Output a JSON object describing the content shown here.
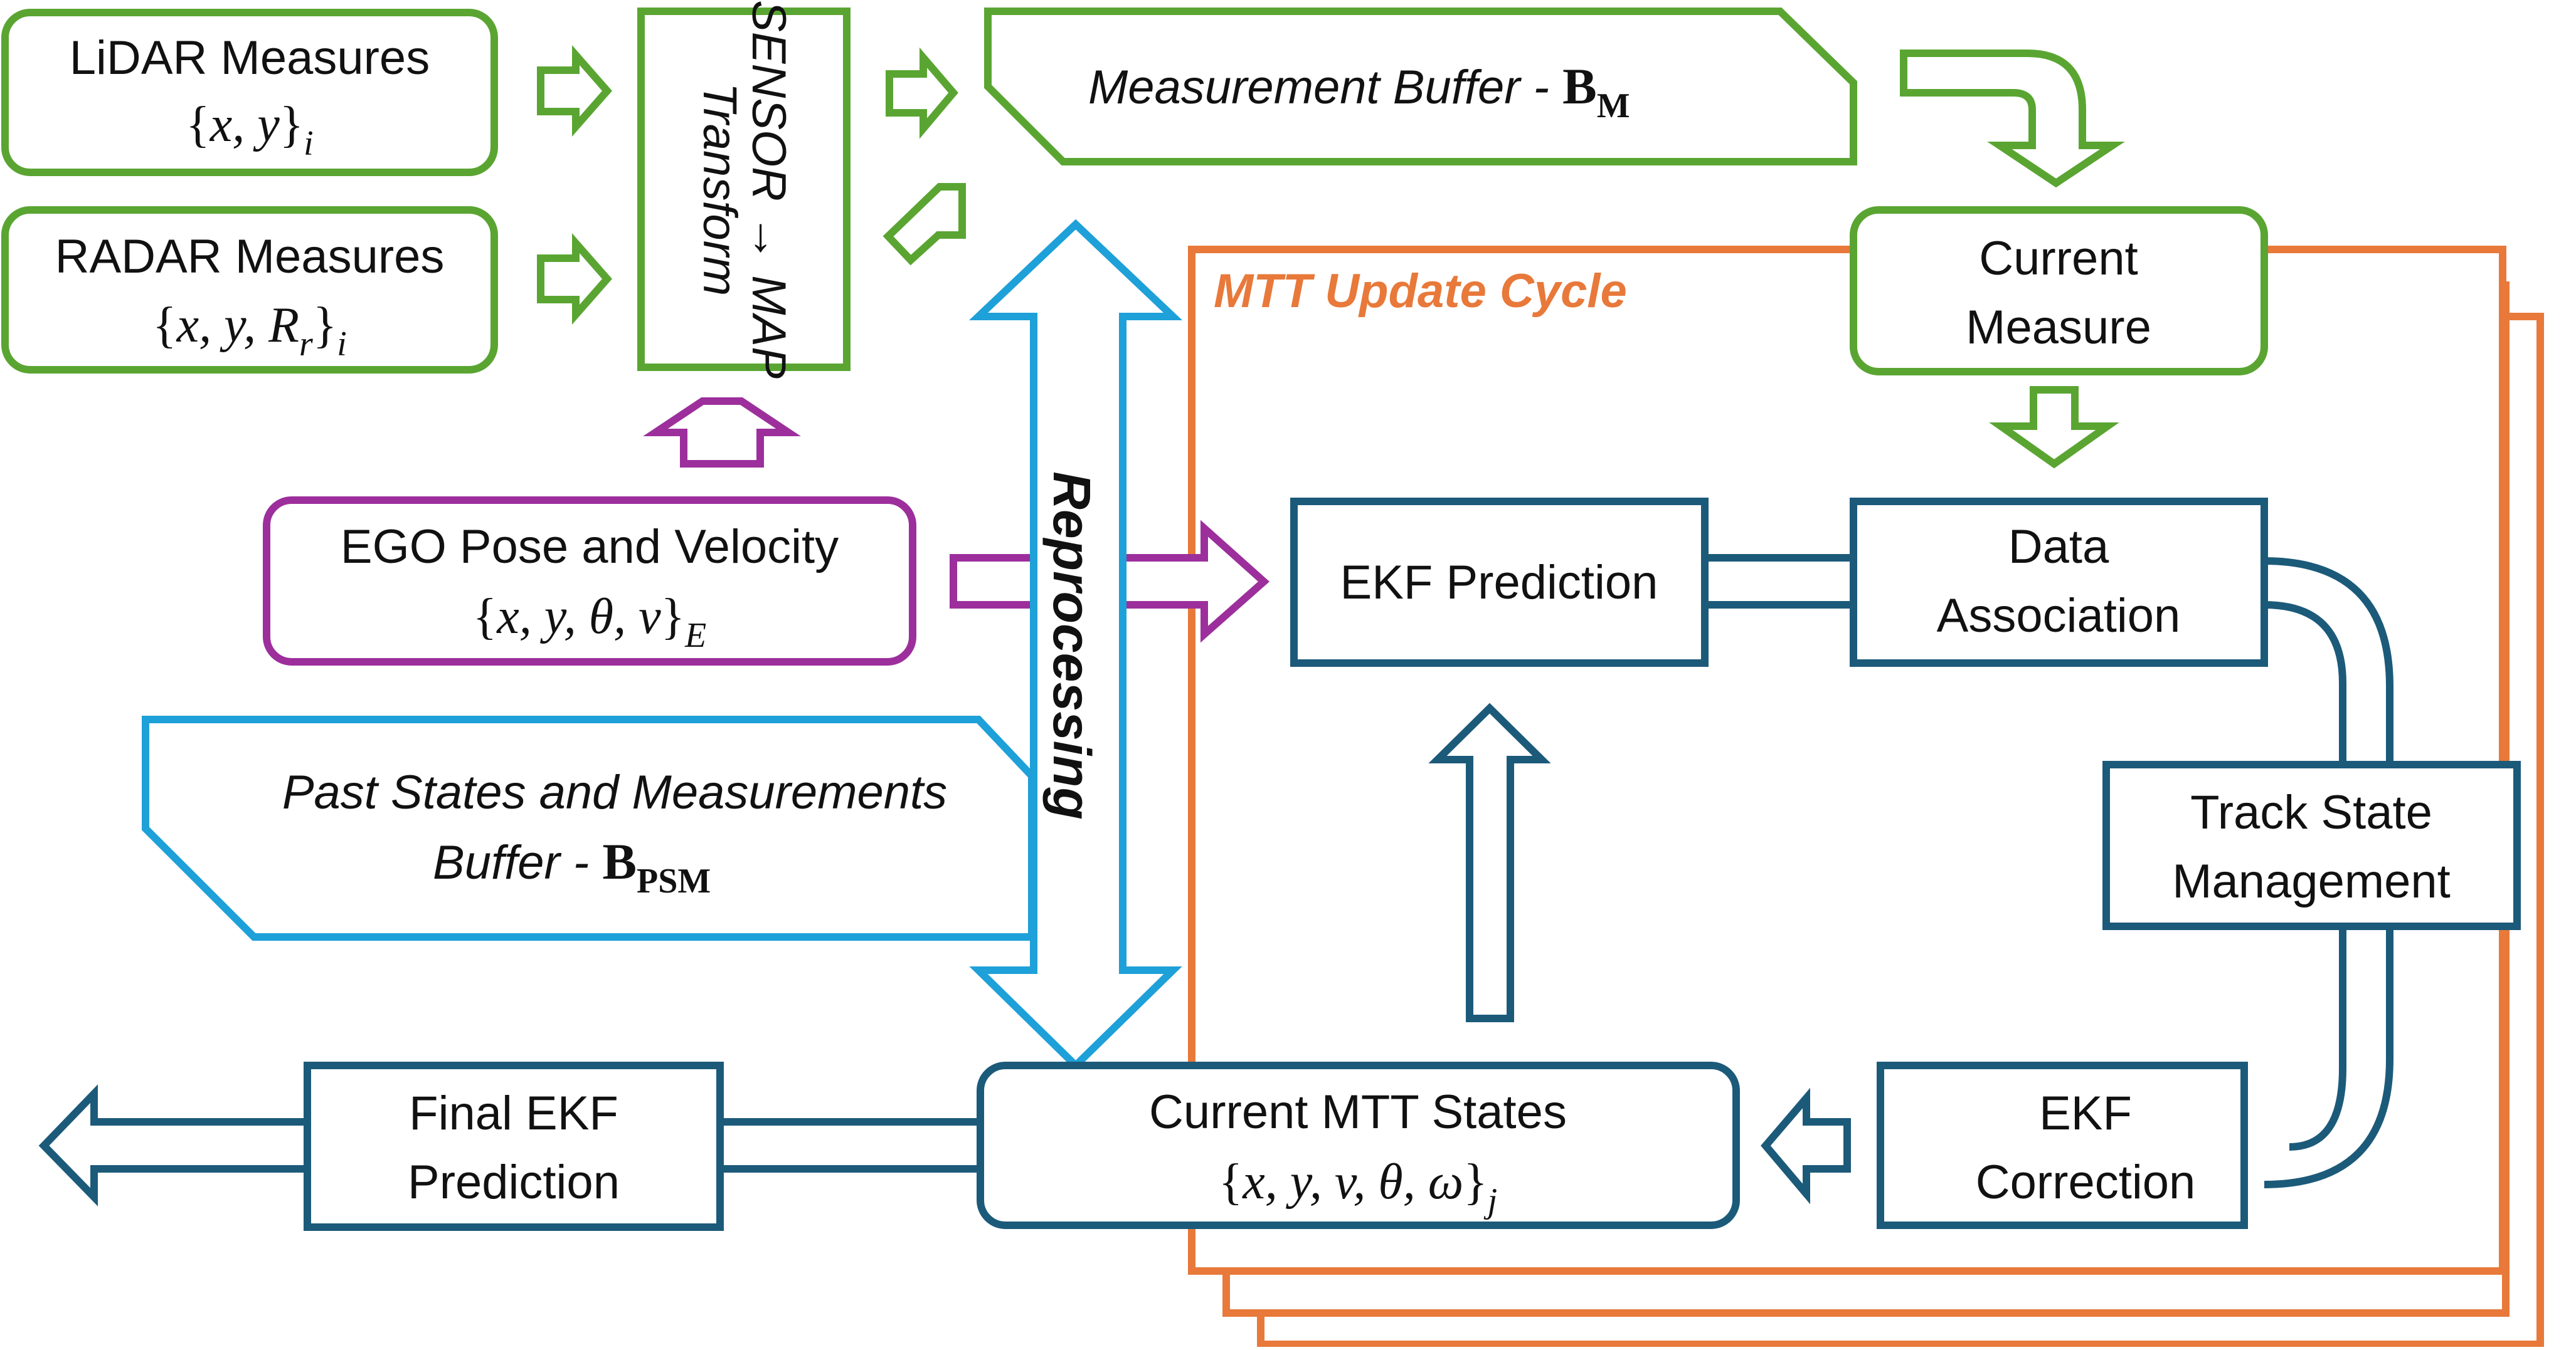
{
  "colors": {
    "sensor": "#5aa532",
    "ego": "#9c2f9c",
    "buffer_psm": "#1ea0d8",
    "tracker": "#1c5a7a",
    "cycle": "#e8793a"
  },
  "sensors": {
    "lidar": {
      "title": "LiDAR Measures",
      "math_open": "{",
      "math_vars": "x, y",
      "math_close": "}",
      "sub": "i"
    },
    "radar": {
      "title": "RADAR Measures",
      "math_open": "{",
      "math_vars": "x, y, R",
      "math_r_sub": "r",
      "math_close": "}",
      "sub": "i"
    }
  },
  "transform": {
    "line1": "SENSOR → MAP",
    "line2": "Transform"
  },
  "measurement_buffer": {
    "label": "Measurement Buffer  -  ",
    "symbol": "B",
    "symbol_sub": "M"
  },
  "current_measure": {
    "line1": "Current",
    "line2": "Measure"
  },
  "cycle_title": "MTT Update Cycle",
  "reprocessing_label": "Reprocessing",
  "ego": {
    "title": "EGO Pose and Velocity",
    "math_vars": "x, y, θ, v",
    "sub": "E"
  },
  "ekf_prediction": "EKF Prediction",
  "data_association": {
    "line1": "Data",
    "line2": "Association"
  },
  "track_state": {
    "line1": "Track State",
    "line2": "Management"
  },
  "past_buffer": {
    "line1": "Past States and Measurements",
    "line2": "Buffer  -  ",
    "symbol": "B",
    "symbol_sub": "PSM"
  },
  "current_states": {
    "title": "Current MTT States",
    "math_vars": "x, y, v, θ, ω",
    "sub": "j"
  },
  "ekf_correction": {
    "line1": "EKF",
    "line2": "Correction"
  },
  "final_prediction": {
    "line1": "Final EKF",
    "line2": "Prediction"
  }
}
